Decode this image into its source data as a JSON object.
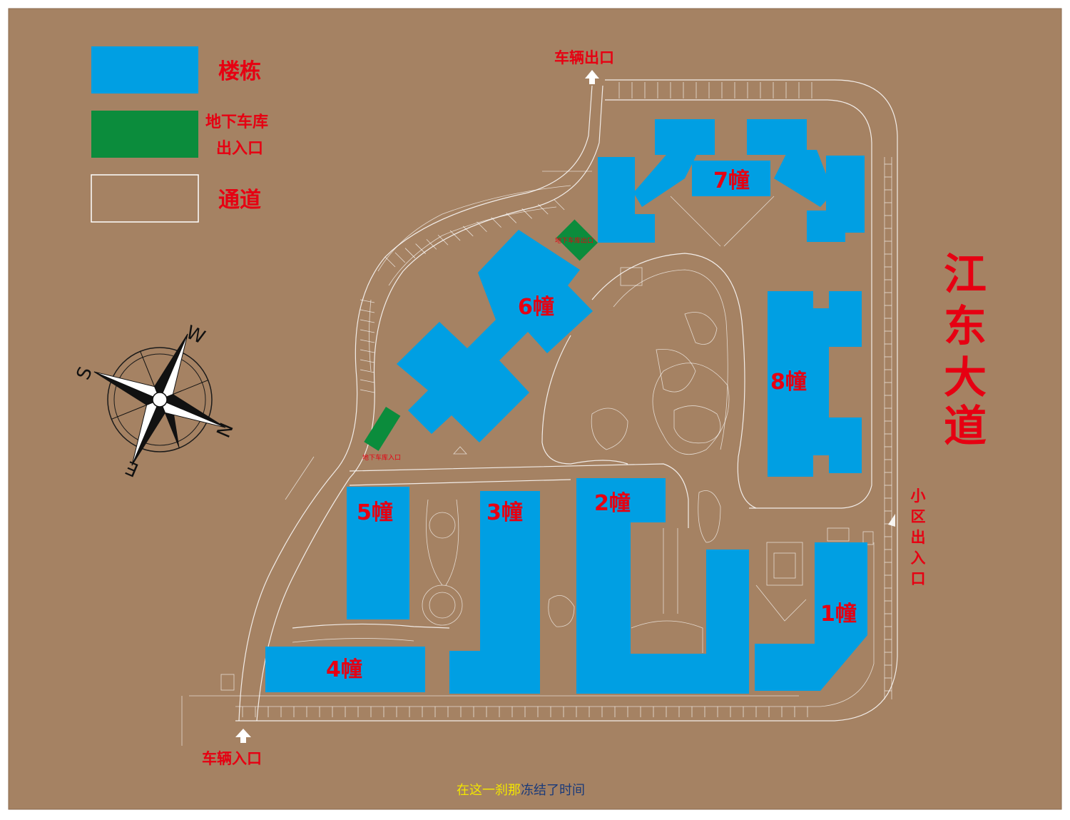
{
  "colors": {
    "background": "#a58263",
    "building": "#009fe3",
    "garage": "#0b8c3c",
    "road_line": "#ffffff",
    "label_red": "#e60012",
    "caption_yellow": "#f2e600"
  },
  "legend": {
    "building_label": "楼栋",
    "garage_label_line1": "地下车库",
    "garage_label_line2": "出入口",
    "road_label": "通道"
  },
  "buildings": {
    "b1": "1幢",
    "b2": "2幢",
    "b3": "3幢",
    "b4": "4幢",
    "b5": "5幢",
    "b6": "6幢",
    "b7": "7幢",
    "b8": "8幢"
  },
  "gates": {
    "vehicle_exit": "车辆出口",
    "vehicle_entrance": "车辆入口",
    "community_gate": [
      "小",
      "区",
      "出",
      "入",
      "口"
    ],
    "garage_exit_tiny": "地下车库出口",
    "garage_entrance_tiny": "地下车库入口"
  },
  "street_name": [
    "江",
    "东",
    "大",
    "道"
  ],
  "compass": {
    "n": "N",
    "s": "S",
    "e": "E",
    "w": "W",
    "icon": "compass-rose-icon"
  },
  "caption": {
    "part1": "在这一刹那",
    "part2": "冻结了时间"
  }
}
